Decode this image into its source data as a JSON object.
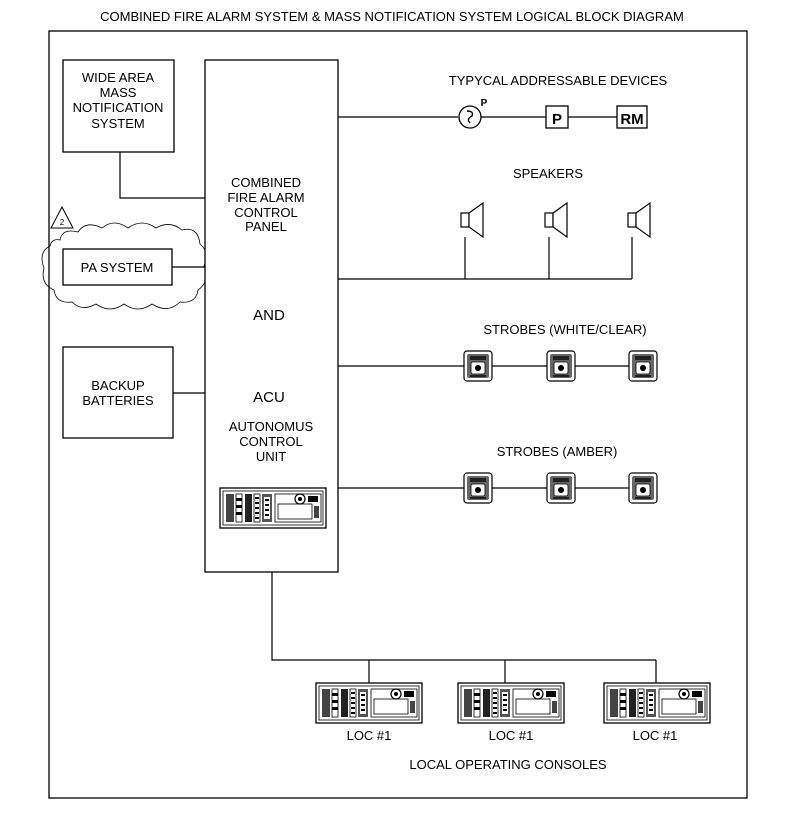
{
  "title": "COMBINED FIRE ALARM SYSTEM & MASS NOTIFICATION SYSTEM LOGICAL BLOCK DIAGRAM",
  "left": {
    "wide_area": [
      "WIDE AREA",
      "MASS",
      "NOTIFICATION",
      "SYSTEM"
    ],
    "revision_mark": "2",
    "pa_system": "PA SYSTEM",
    "backup": [
      "BACKUP",
      "BATTERIES"
    ]
  },
  "panel": {
    "title": [
      "COMBINED",
      "FIRE ALARM",
      "CONTROL",
      "PANEL"
    ],
    "and": "AND",
    "acu": "ACU",
    "acu_desc": [
      "AUTONOMUS",
      "CONTROL",
      "UNIT"
    ]
  },
  "devices": {
    "addressable_title": "TYPYCAL ADDRESSABLE DEVICES",
    "smoke_label": "P",
    "pull_label": "P",
    "relay_label": "RM",
    "speakers_title": "SPEAKERS",
    "strobes_white_title": "STROBES (WHITE/CLEAR)",
    "strobes_amber_title": "STROBES (AMBER)"
  },
  "consoles": {
    "labels": [
      "LOC #1",
      "LOC #1",
      "LOC #1"
    ],
    "footer": "LOCAL OPERATING CONSOLES"
  }
}
